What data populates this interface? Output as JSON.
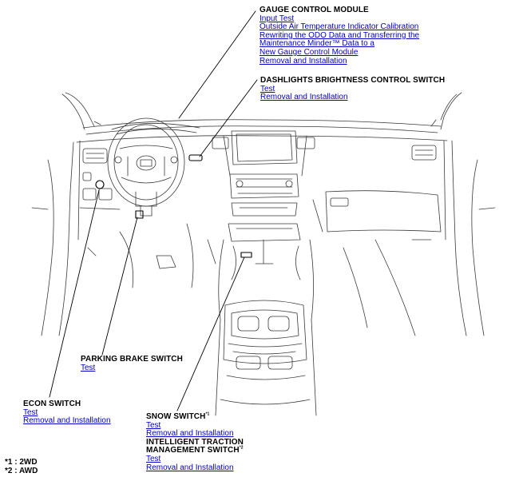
{
  "callouts": {
    "gauge_control_module": {
      "title": "GAUGE CONTROL MODULE",
      "links": [
        "Input Test",
        "Outside Air Temperature Indicator Calibration",
        "Rewriting the ODO Data and Transferring the",
        "Maintenance Minder™ Data to a",
        "New Gauge Control Module",
        "Removal and Installation"
      ]
    },
    "dashlights_brightness_control_switch": {
      "title": "DASHLIGHTS BRIGHTNESS CONTROL SWITCH",
      "links": [
        "Test",
        "Removal and Installation"
      ]
    },
    "parking_brake_switch": {
      "title": "PARKING BRAKE SWITCH",
      "links": [
        "Test"
      ]
    },
    "econ_switch": {
      "title": "ECON SWITCH",
      "links": [
        "Test",
        "Removal and Installation"
      ]
    },
    "snow_switch": {
      "title": "SNOW SWITCH",
      "marker": "*1",
      "links": [
        "Test",
        "Removal and Installation"
      ]
    },
    "intelligent_traction_management_switch": {
      "title_line1": "INTELLIGENT TRACTION",
      "title_line2": "MANAGEMENT SWITCH",
      "marker": "*2",
      "links": [
        "Test",
        "Removal and Installation"
      ]
    }
  },
  "notes": {
    "note1": "*1 : 2WD",
    "note2": "*2 : AWD"
  },
  "colors": {
    "link": "#0000cc",
    "line": "#000000",
    "drawing": "#3a3a3a"
  }
}
